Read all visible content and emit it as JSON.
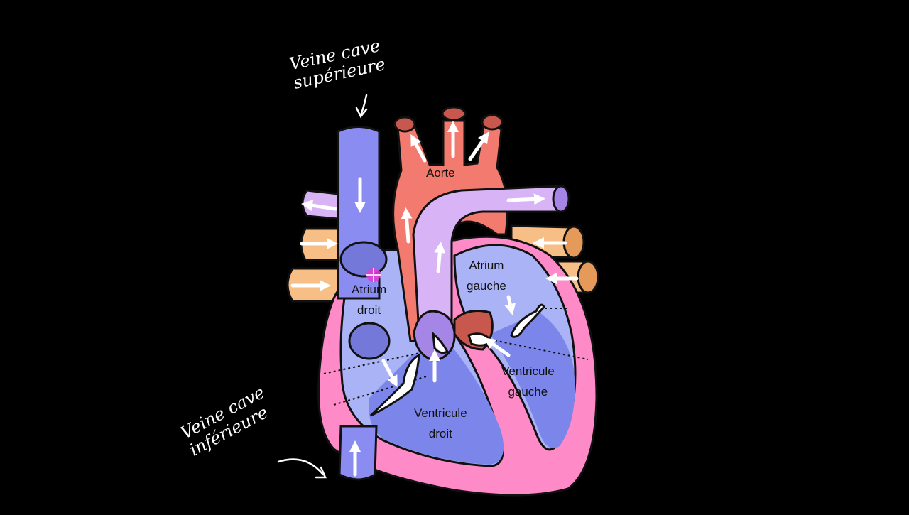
{
  "labels": {
    "aorte": "Aorte",
    "atrium_droit": "Atrium\ndroit",
    "atrium_gauche": "Atrium\ngauche",
    "ventricule_droit": "Ventricule\ndroit",
    "ventricule_gauche": "Ventricule\ngauche"
  },
  "handwritten": {
    "top": "Veine cave\nsupérieure",
    "bottom": "Veine cave\ninférieure"
  },
  "colors": {
    "background": "#000000",
    "vena_cava": "#8a8cf2",
    "aorta": "#f27a6e",
    "pulmonary_artery": "#d8b4f6",
    "pulmonary_vein": "#f7be85",
    "myocardium": "#ff8ac8",
    "right_side": "#a9b3f6",
    "left_side": "#7c86ea",
    "valve": "#ffffff",
    "cursor": "#e23bd6"
  }
}
